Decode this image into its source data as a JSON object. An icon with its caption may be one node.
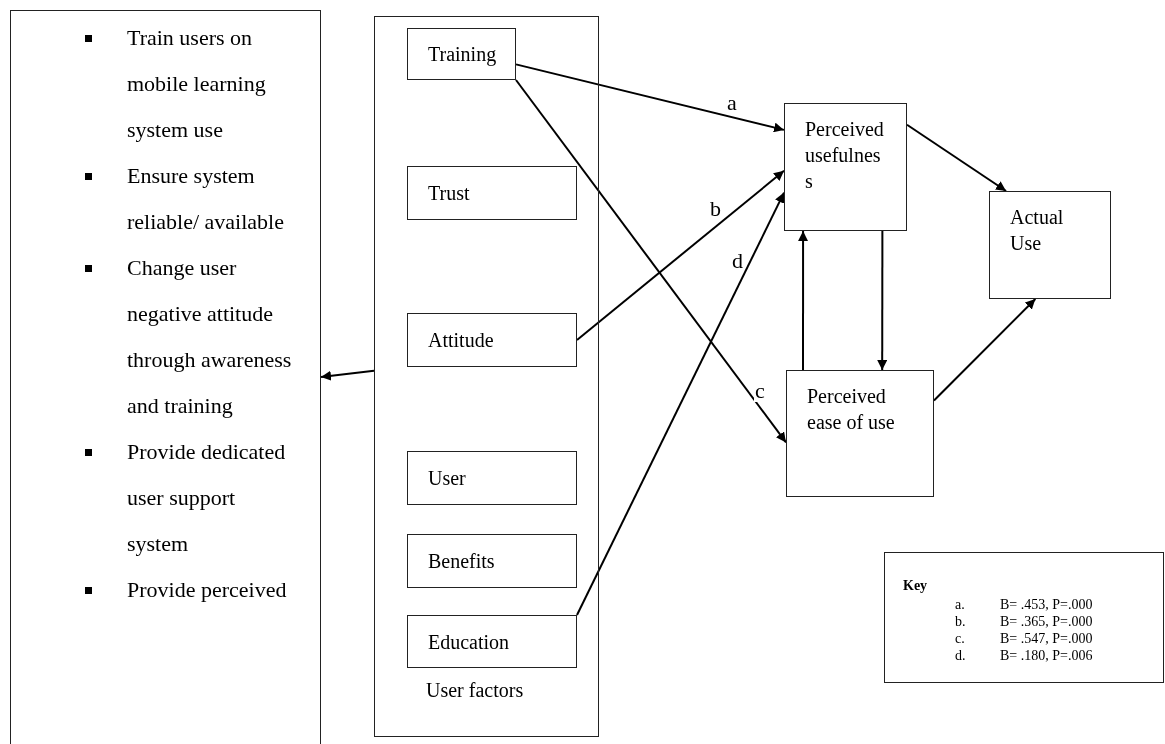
{
  "diagram": {
    "nodes": [
      {
        "text": [
          "Train users on mobile learning system use",
          "Ensure system reliable/ available",
          "Change user negative attitude through awareness and training",
          "Provide dedicated user support system",
          "Provide perceived"
        ]
      },
      {
        "text": [
          "User factors"
        ]
      },
      {
        "text": [
          "Training"
        ],
        "in": 1
      },
      {
        "text": [
          "Trust"
        ],
        "in": 1
      },
      {
        "text": [
          "Attitude"
        ],
        "in": 1
      },
      {
        "text": [
          "User"
        ],
        "in": 1
      },
      {
        "text": [
          "Benefits"
        ],
        "in": 1
      },
      {
        "text": [
          "Education"
        ],
        "in": 1
      },
      {
        "text": [
          "Perceived usefulnes s"
        ]
      },
      {
        "text": [
          "Perceived ease of use"
        ]
      },
      {
        "text": [
          "Actual Use"
        ]
      },
      {
        "text": [
          "Key",
          "a.",
          "B= .453, P=.000",
          "b.",
          "B= .365, P=.000",
          "c.",
          "B= .547, P=.000",
          "d.",
          "B= .180, P=.006"
        ]
      }
    ],
    "edges": [
      {
        "from": 1,
        "to": 0,
        "arrow": "to"
      },
      {
        "from": 2,
        "to": 8,
        "arrow": "to",
        "label": "a"
      },
      {
        "from": 4,
        "to": 8,
        "arrow": "to",
        "label": "b"
      },
      {
        "from": 7,
        "to": 8,
        "arrow": "to",
        "label": "d"
      },
      {
        "from": 2,
        "to": 9,
        "arrow": "to",
        "label": "c"
      },
      {
        "from": 8,
        "to": 10,
        "arrow": "to"
      },
      {
        "from": 9,
        "to": 8,
        "arrow": "to"
      },
      {
        "from": 8,
        "to": 9,
        "arrow": "to"
      },
      {
        "from": 9,
        "to": 10,
        "arrow": "to"
      }
    ]
  }
}
